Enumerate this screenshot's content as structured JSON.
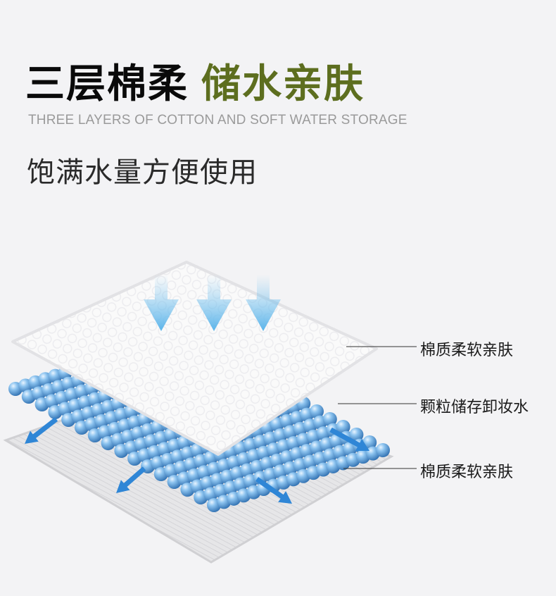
{
  "header": {
    "title_black": "三层棉柔",
    "title_green": "储水亲肤",
    "subtitle": "THREE LAYERS OF COTTON AND SOFT WATER STORAGE",
    "tagline": "饱满水量方便使用"
  },
  "layers": [
    {
      "label": "棉质柔软亲肤"
    },
    {
      "label": "颗粒储存卸妆水"
    },
    {
      "label": "棉质柔软亲肤"
    }
  ],
  "colors": {
    "title_green": "#5d6e1f",
    "ball_blue": "#4a90cf",
    "arrow_blue": "#2f86d6"
  }
}
